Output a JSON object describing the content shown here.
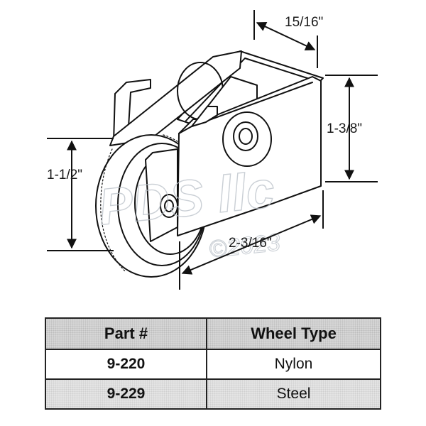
{
  "dimensions": {
    "width": "15/16\"",
    "height_bracket": "1-3/8\"",
    "height_wheel": "1-1/2\"",
    "length": "2-3/16\""
  },
  "watermark": {
    "brand": "PDS llc",
    "copyright": "©2023"
  },
  "table": {
    "headers": [
      "Part #",
      "Wheel Type"
    ],
    "rows": [
      {
        "part": "9-220",
        "wheel_type": "Nylon"
      },
      {
        "part": "9-229",
        "wheel_type": "Steel"
      }
    ]
  }
}
